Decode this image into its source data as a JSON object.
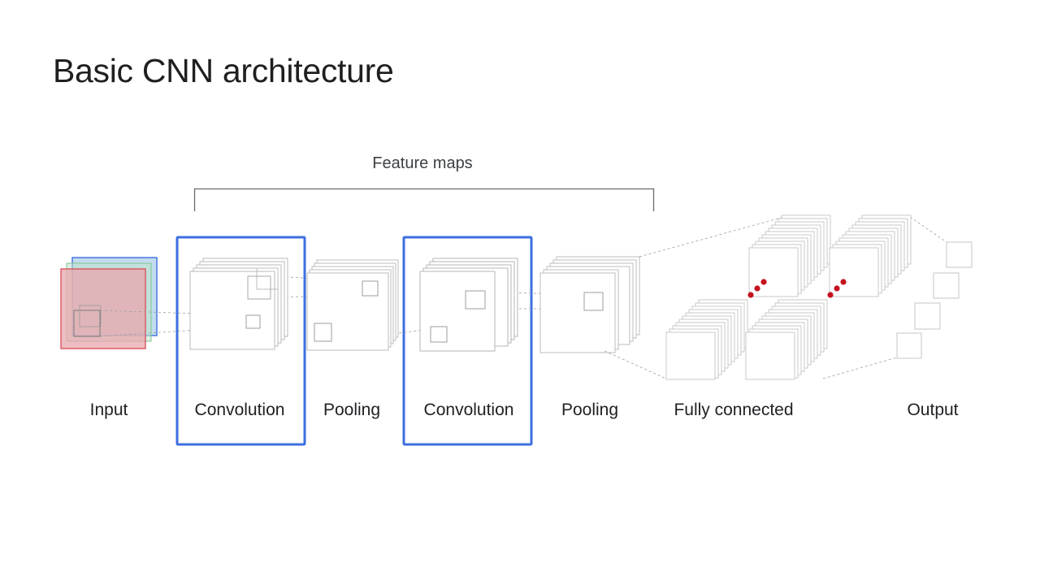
{
  "title": "Basic CNN architecture",
  "feature_maps_label": "Feature maps",
  "stages": {
    "input": "Input",
    "conv1": "Convolution",
    "pool1": "Pooling",
    "conv2": "Convolution",
    "pool2": "Pooling",
    "fc": "Fully connected",
    "output": "Output"
  },
  "colors": {
    "highlight": "#3d6fe0",
    "input_red": "#e8a7ad",
    "input_blue": "#a9cde8",
    "input_green": "#bfe3c8",
    "node_red": "#c5121f",
    "layer_stroke": "#b0b0b0"
  }
}
